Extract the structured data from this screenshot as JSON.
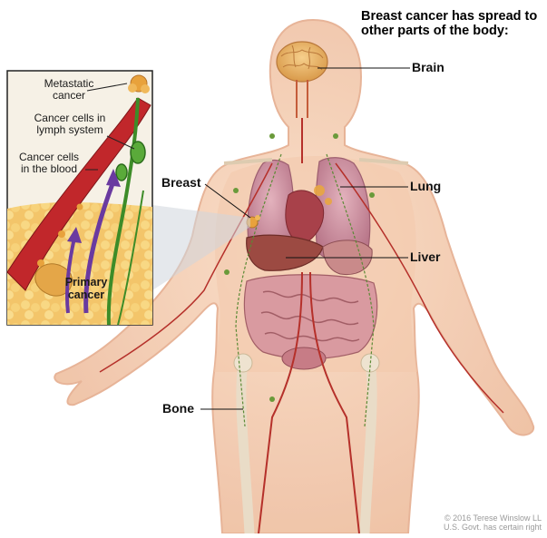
{
  "title": "Breast cancer has spread to other parts of the body:",
  "labels": {
    "brain": "Brain",
    "lung": "Lung",
    "liver": "Liver",
    "breast": "Breast",
    "bone": "Bone"
  },
  "inset": {
    "metastatic": [
      "Metastatic",
      "cancer"
    ],
    "lymph": [
      "Cancer cells in",
      "lymph system"
    ],
    "blood": [
      "Cancer cells",
      "in the blood"
    ],
    "primary": [
      "Primary",
      "cancer"
    ]
  },
  "copyright": [
    "© 2016 Terese Winslow LL",
    "U.S. Govt. has certain right"
  ],
  "colors": {
    "skin": "#f6d2b8",
    "skin_outline": "#e2ab8c",
    "lung": "#c98a9a",
    "liver": "#a6554a",
    "intestine": "#d79aa0",
    "brain": "#e9b06a",
    "blood_vessel": "#b3282a",
    "lymph": "#3a8a2a",
    "tumor": "#e9a23a",
    "inset_bg": "#f4efe5"
  }
}
